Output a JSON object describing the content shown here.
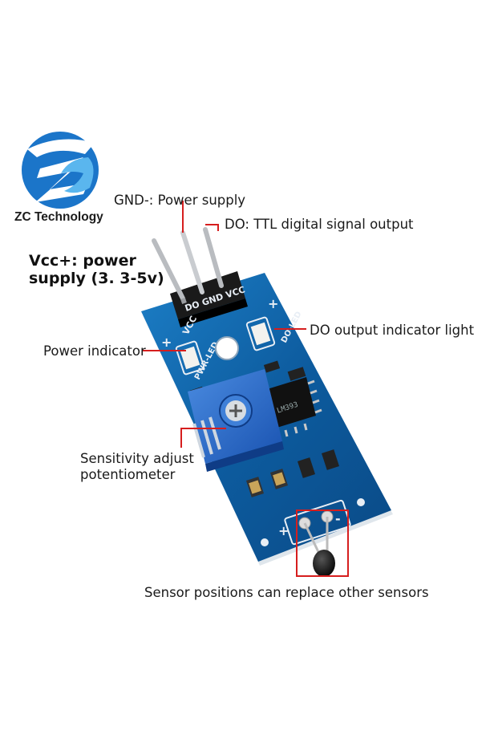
{
  "brand": {
    "name": "ZC Technology",
    "colors": {
      "logo_blue": "#1b75c9",
      "logo_light": "#5ab6ee"
    }
  },
  "labels": {
    "gnd": "GND-: Power supply",
    "do": "DO: TTL digital signal output",
    "vcc_line1": "Vcc+: power",
    "vcc_line2": "supply (3. 3-5v)",
    "do_led": "DO output indicator light",
    "power_indicator": "Power indicator",
    "pot_line1": "Sensitivity adjust",
    "pot_line2": "potentiometer",
    "sensor": "Sensor positions can replace other sensors"
  },
  "board": {
    "silkscreen_pins": "DO GND VCC",
    "silkscreen_do_led": "DO-LED",
    "silkscreen_pwr_led": "PWR-LED",
    "chip_text": "LM393",
    "colors": {
      "pcb": "#0d5b9e",
      "leader": "#d61e1e",
      "pot": "#1f66c6"
    }
  }
}
